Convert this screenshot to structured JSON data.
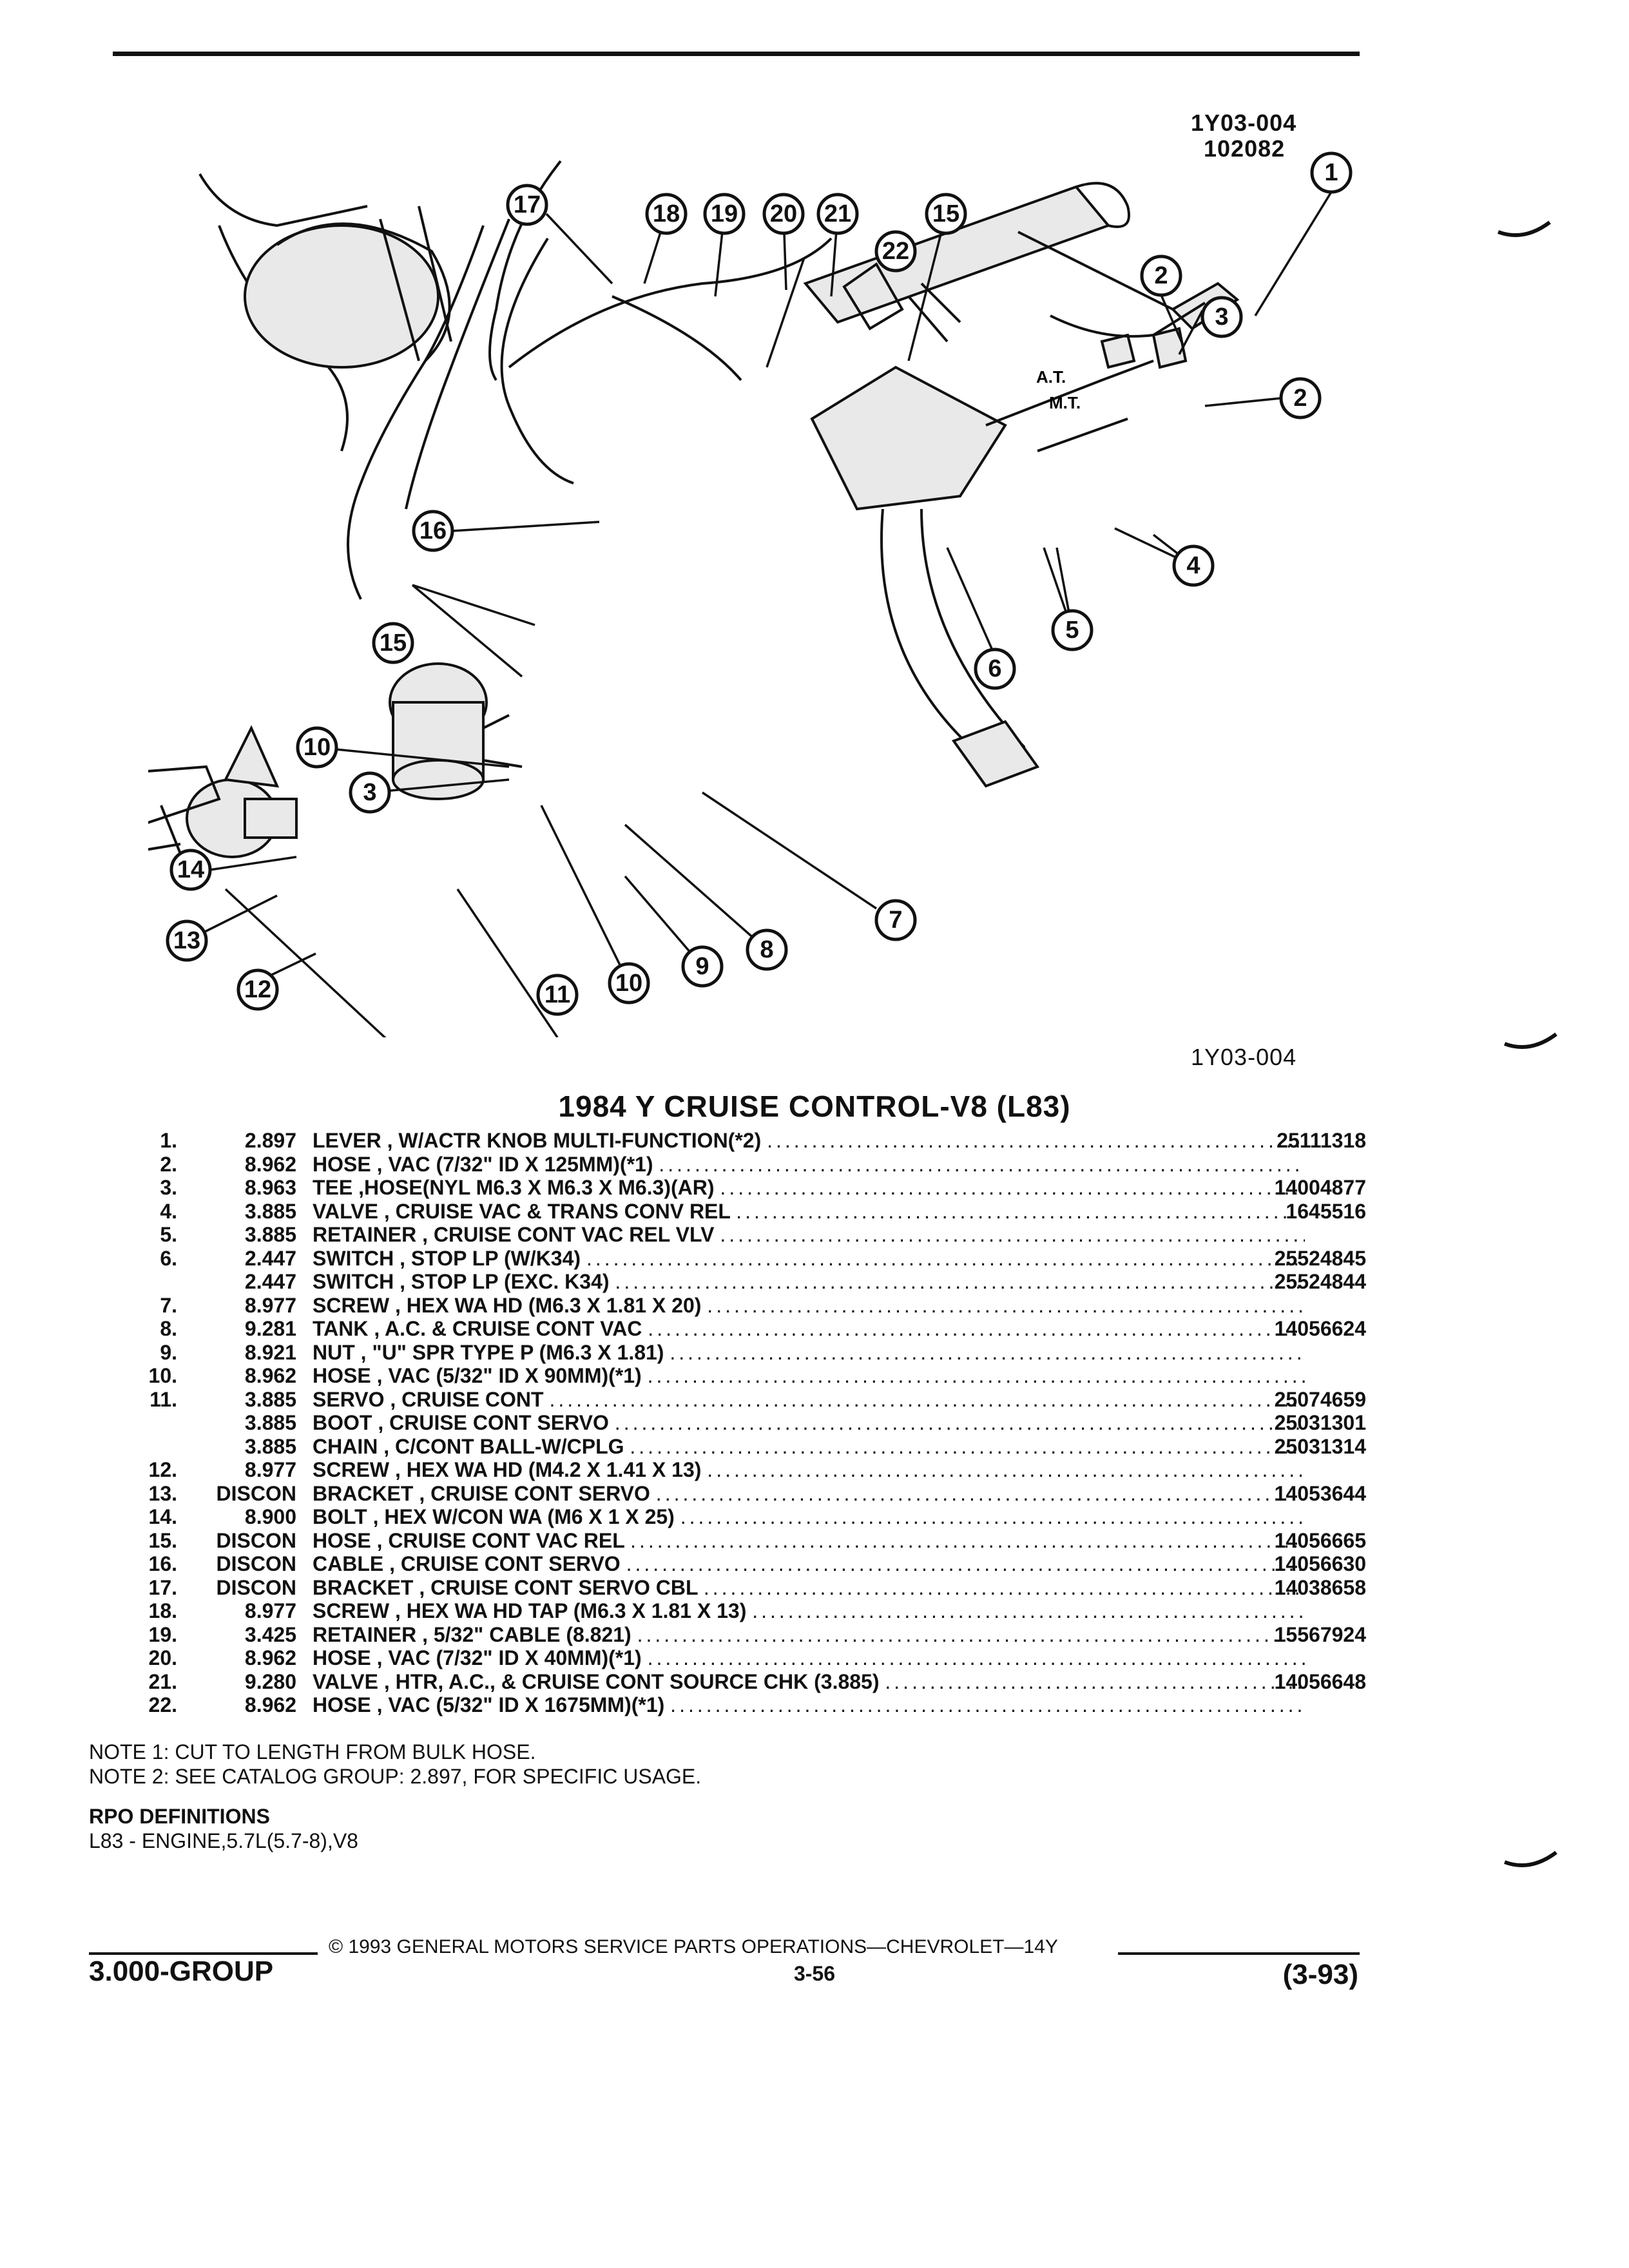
{
  "figure": {
    "code_top": "1Y03-004",
    "date_code": "102082",
    "code_bottom": "1Y03-004",
    "callouts": [
      "1",
      "2",
      "3",
      "2",
      "4",
      "5",
      "6",
      "7",
      "8",
      "9",
      "10",
      "11",
      "12",
      "13",
      "14",
      "3",
      "10",
      "15",
      "16",
      "15",
      "17",
      "18",
      "19",
      "20",
      "21",
      "22"
    ],
    "labels": {
      "at": "A.T.",
      "mt": "M.T."
    }
  },
  "title": "1984 Y CRUISE CONTROL-V8 (L83)",
  "parts": [
    {
      "num": "1.",
      "group": "2.897",
      "desc": "LEVER , W/ACTR KNOB MULTI-FUNCTION(*2)",
      "pn": "25111318"
    },
    {
      "num": "2.",
      "group": "8.962",
      "desc": "HOSE , VAC (7/32\" ID X 125MM)(*1)",
      "pn": ""
    },
    {
      "num": "3.",
      "group": "8.963",
      "desc": "TEE ,HOSE(NYL M6.3 X M6.3 X M6.3)(AR)",
      "pn": "14004877"
    },
    {
      "num": "4.",
      "group": "3.885",
      "desc": "VALVE , CRUISE VAC & TRANS CONV REL",
      "pn": "1645516"
    },
    {
      "num": "5.",
      "group": "3.885",
      "desc": "RETAINER , CRUISE CONT VAC REL VLV",
      "pn": ""
    },
    {
      "num": "6.",
      "group": "2.447",
      "desc": "SWITCH , STOP LP (W/K34)",
      "pn": "25524845"
    },
    {
      "num": "",
      "group": "2.447",
      "desc": "SWITCH , STOP LP (EXC. K34)",
      "pn": "25524844"
    },
    {
      "num": "7.",
      "group": "8.977",
      "desc": "SCREW , HEX WA HD (M6.3 X 1.81 X 20)",
      "pn": ""
    },
    {
      "num": "8.",
      "group": "9.281",
      "desc": "TANK , A.C. & CRUISE CONT VAC",
      "pn": "14056624"
    },
    {
      "num": "9.",
      "group": "8.921",
      "desc": "NUT , \"U\" SPR TYPE P (M6.3 X 1.81)",
      "pn": ""
    },
    {
      "num": "10.",
      "group": "8.962",
      "desc": "HOSE , VAC (5/32\" ID X 90MM)(*1)",
      "pn": ""
    },
    {
      "num": "11.",
      "group": "3.885",
      "desc": "SERVO , CRUISE CONT",
      "pn": "25074659"
    },
    {
      "num": "",
      "group": "3.885",
      "desc": "BOOT , CRUISE CONT SERVO",
      "pn": "25031301"
    },
    {
      "num": "",
      "group": "3.885",
      "desc": "CHAIN , C/CONT BALL-W/CPLG",
      "pn": "25031314"
    },
    {
      "num": "12.",
      "group": "8.977",
      "desc": "SCREW , HEX WA HD (M4.2 X 1.41 X 13)",
      "pn": ""
    },
    {
      "num": "13.",
      "group": "DISCON",
      "desc": "BRACKET , CRUISE CONT SERVO",
      "pn": "14053644"
    },
    {
      "num": "14.",
      "group": "8.900",
      "desc": "BOLT , HEX W/CON WA (M6 X 1 X 25)",
      "pn": ""
    },
    {
      "num": "15.",
      "group": "DISCON",
      "desc": "HOSE , CRUISE CONT VAC REL",
      "pn": "14056665"
    },
    {
      "num": "16.",
      "group": "DISCON",
      "desc": "CABLE , CRUISE CONT SERVO",
      "pn": "14056630"
    },
    {
      "num": "17.",
      "group": "DISCON",
      "desc": "BRACKET , CRUISE CONT SERVO CBL",
      "pn": "14038658"
    },
    {
      "num": "18.",
      "group": "8.977",
      "desc": "SCREW , HEX WA HD TAP (M6.3 X 1.81 X 13)",
      "pn": ""
    },
    {
      "num": "19.",
      "group": "3.425",
      "desc": "RETAINER , 5/32\" CABLE (8.821)",
      "pn": "15567924"
    },
    {
      "num": "20.",
      "group": "8.962",
      "desc": "HOSE , VAC (7/32\" ID X 40MM)(*1)",
      "pn": ""
    },
    {
      "num": "21.",
      "group": "9.280",
      "desc": "VALVE , HTR, A.C., & CRUISE CONT SOURCE CHK (3.885)",
      "pn": "14056648"
    },
    {
      "num": "22.",
      "group": "8.962",
      "desc": "HOSE , VAC (5/32\" ID X 1675MM)(*1)",
      "pn": ""
    }
  ],
  "notes": [
    "NOTE  1:  CUT TO LENGTH FROM BULK HOSE.",
    "NOTE  2:  SEE CATALOG GROUP: 2.897, FOR SPECIFIC USAGE."
  ],
  "rpo": {
    "heading": "RPO DEFINITIONS",
    "entries": [
      "L83 - ENGINE,5.7L(5.7-8),V8"
    ]
  },
  "footer": {
    "group": "3.000-GROUP",
    "copyright": "© 1993  GENERAL MOTORS SERVICE PARTS OPERATIONS—CHEVROLET—14Y",
    "page": "3-56",
    "revision": "(3-93)"
  }
}
